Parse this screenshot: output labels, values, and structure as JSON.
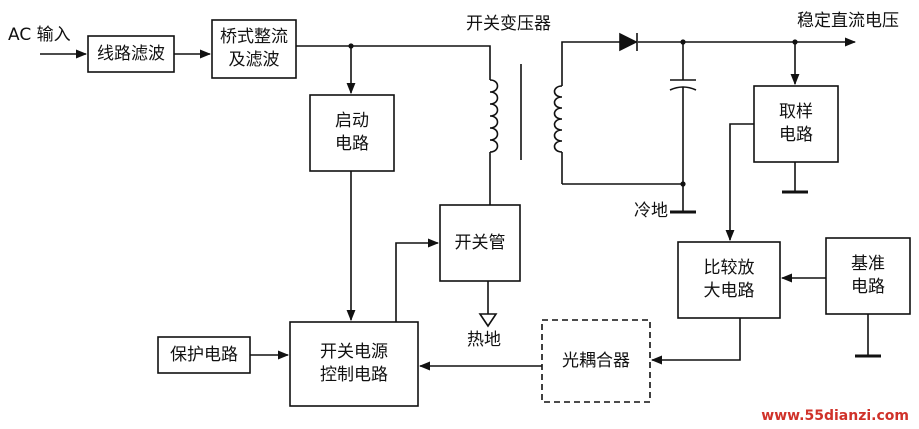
{
  "input_label": "AC 输入",
  "output_label": "稳定直流电压",
  "transformer_label": "开关变压器",
  "cold_ground_label": "冷地",
  "hot_ground_label": "热地",
  "blocks": {
    "line_filter": [
      "线路滤波"
    ],
    "bridge_rectifier": [
      "桥式整流",
      "及滤波"
    ],
    "startup": [
      "启动",
      "电路"
    ],
    "switch_tube": [
      "开关管"
    ],
    "control": [
      "开关电源",
      "控制电路"
    ],
    "protection": [
      "保护电路"
    ],
    "optocoupler": [
      "光耦合器"
    ],
    "sampling": [
      "取样",
      "电路"
    ],
    "comparator": [
      "比较放",
      "大电路"
    ],
    "reference": [
      "基准",
      "电路"
    ]
  },
  "watermark": "www.55dianzi.com",
  "colors": {
    "ink": "#111111",
    "watermark": "#d0322a",
    "background": "#ffffff"
  }
}
